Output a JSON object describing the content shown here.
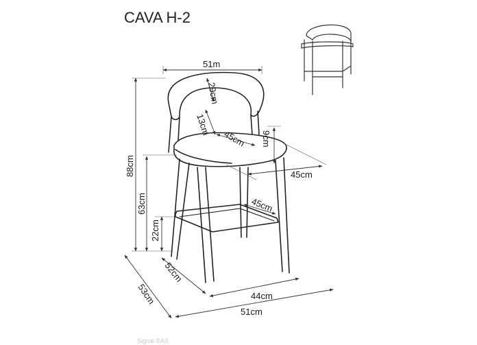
{
  "title": "CAVA H-2",
  "footer": "Signal ©AS",
  "colors": {
    "line": "#222222",
    "background": "#ffffff"
  },
  "dimensions": {
    "backrest_width": "51m",
    "backrest_height": "29cm",
    "seat_back_gap": "13cm",
    "seat_depth_diag": "45cm",
    "seat_thickness": "9cm",
    "seat_width": "45cm",
    "total_height": "88cm",
    "seat_height": "63cm",
    "footrest_size": "45cm",
    "footrest_height": "22cm",
    "base_depth_inner": "52cm",
    "base_depth_outer": "53cm",
    "base_width_inner": "44cm",
    "base_width_outer": "51cm"
  }
}
